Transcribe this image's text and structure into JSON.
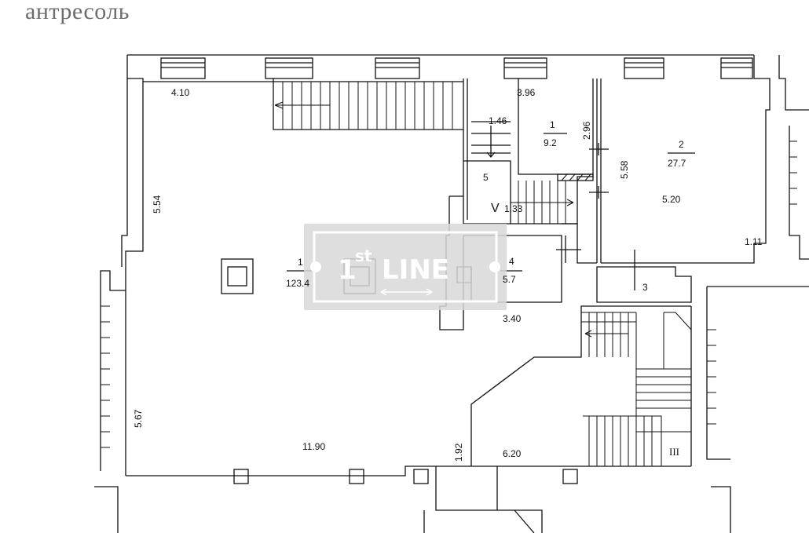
{
  "title": "антресоль",
  "watermark": {
    "number": "1",
    "superscript": "st",
    "word": "LINE"
  },
  "rooms": {
    "r1_num": "1",
    "r1_area": "123.4",
    "r1b_num": "1",
    "r1b_area": "9.2",
    "r2_num": "2",
    "r2_area": "27.7",
    "r3_num": "3",
    "r4_num": "4",
    "r4_area": "5.7",
    "r5_num": "5",
    "r_v": "V",
    "r_iii": "III"
  },
  "dimensions": {
    "d410": "4.10",
    "d396": "3.96",
    "d146": "1.46",
    "d296": "2.96",
    "d558": "5.58",
    "d554": "5.54",
    "d133": "1.33",
    "d520": "5.20",
    "d111": "1.11",
    "d340": "3.40",
    "d567": "5.67",
    "d1190": "11.90",
    "d192": "1.92",
    "d620": "6.20"
  }
}
